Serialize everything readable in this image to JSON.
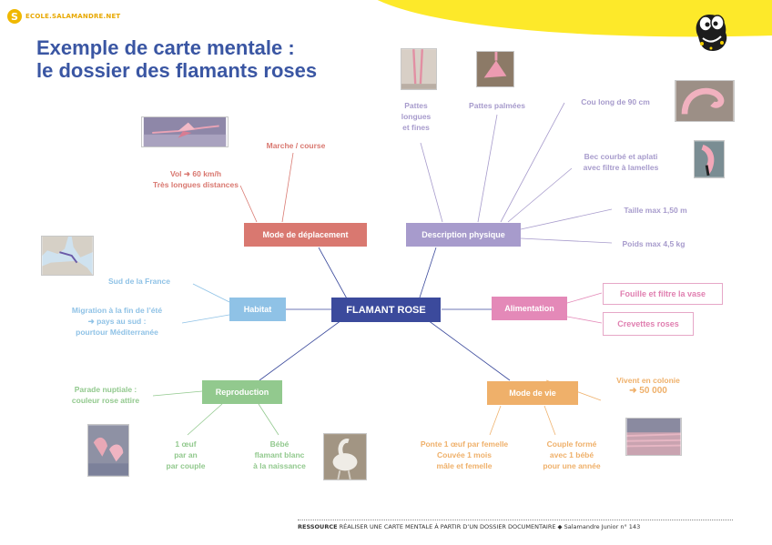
{
  "brand": {
    "logo_letter": "S",
    "site": "ECOLE.SALAMANDRE.NET"
  },
  "title": {
    "line1": "Exemple de carte mentale :",
    "line2": "le dossier des flamants roses"
  },
  "colors": {
    "center": "#3b4a9c",
    "deplacement": "#d97870",
    "description": "#a79bcc",
    "alimentation": "#e489b8",
    "habitat": "#8fc2e6",
    "reproduction": "#92c98e",
    "mode_de_vie": "#efb06a",
    "title": "#3a56a3",
    "highlight": "#fde92a"
  },
  "center": {
    "label": "FLAMANT ROSE"
  },
  "branches": {
    "deplacement": {
      "label": "Mode de déplacement",
      "items": [
        {
          "text": "Marche / course"
        },
        {
          "line1": "Vol ➜ 60 km/h",
          "line2": "Très longues distances"
        }
      ]
    },
    "description": {
      "label": "Description physique",
      "items": [
        {
          "lines": [
            "Pattes",
            "longues",
            "et fines"
          ]
        },
        {
          "text": "Pattes palmées"
        },
        {
          "text": "Cou long de 90 cm"
        },
        {
          "line1": "Bec courbé et aplati",
          "line2": "avec filtre à lamelles"
        },
        {
          "text": "Taille max 1,50 m"
        },
        {
          "text": "Poids max 4,5 kg"
        }
      ]
    },
    "alimentation": {
      "label": "Alimentation",
      "items": [
        {
          "text": "Fouille et filtre la vase"
        },
        {
          "text": "Crevettes roses"
        }
      ]
    },
    "habitat": {
      "label": "Habitat",
      "items": [
        {
          "text": "Sud de la France"
        },
        {
          "lines": [
            "Migration à la fin de l’été",
            "➜ pays au sud :",
            "pourtour Méditerranée"
          ]
        }
      ]
    },
    "reproduction": {
      "label": "Reproduction",
      "items": [
        {
          "line1": "Parade nuptiale :",
          "line2": "couleur rose attire"
        },
        {
          "lines": [
            "1 œuf",
            "par an",
            "par couple"
          ]
        },
        {
          "lines": [
            "Bébé",
            "flamant blanc",
            "à la naissance"
          ]
        }
      ]
    },
    "mode_de_vie": {
      "label": "Mode de vie",
      "items": [
        {
          "line1": "Vivent en colonie",
          "line2": "➜ 50 000"
        },
        {
          "lines": [
            "Ponte 1 œuf par femelle",
            "Couvée 1 mois",
            "mâle et femelle"
          ]
        },
        {
          "lines": [
            "Couple formé",
            "avec 1 bébé",
            "pour une année"
          ]
        }
      ]
    }
  },
  "footer": {
    "section": "RESSOURCE",
    "text": "RÉALISER UNE CARTE MENTALE À PARTIR D’UN DOSSIER DOCUMENTAIRE",
    "separator": "◆",
    "issue": "Salamandre Junior n° 143"
  }
}
